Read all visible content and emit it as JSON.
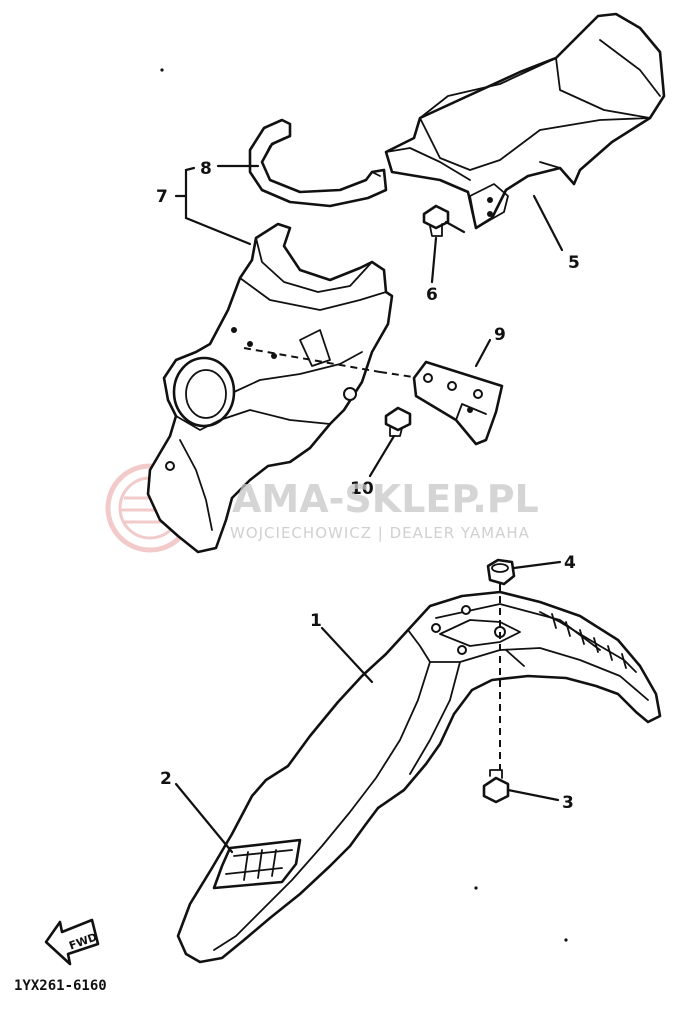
{
  "callouts": {
    "c1": "1",
    "c2": "2",
    "c3": "3",
    "c4": "4",
    "c5": "5",
    "c6": "6",
    "c7": "7",
    "c8": "8",
    "c9": "9",
    "c10": "10"
  },
  "watermark": {
    "title": "AMA-SKLEP.PL",
    "subtitle": "WOJCIECHOWICZ | DEALER YAMAHA",
    "logo_color": "#e8a0a0"
  },
  "direction_label": "FWD",
  "diagram_code": "1YX261-6160"
}
